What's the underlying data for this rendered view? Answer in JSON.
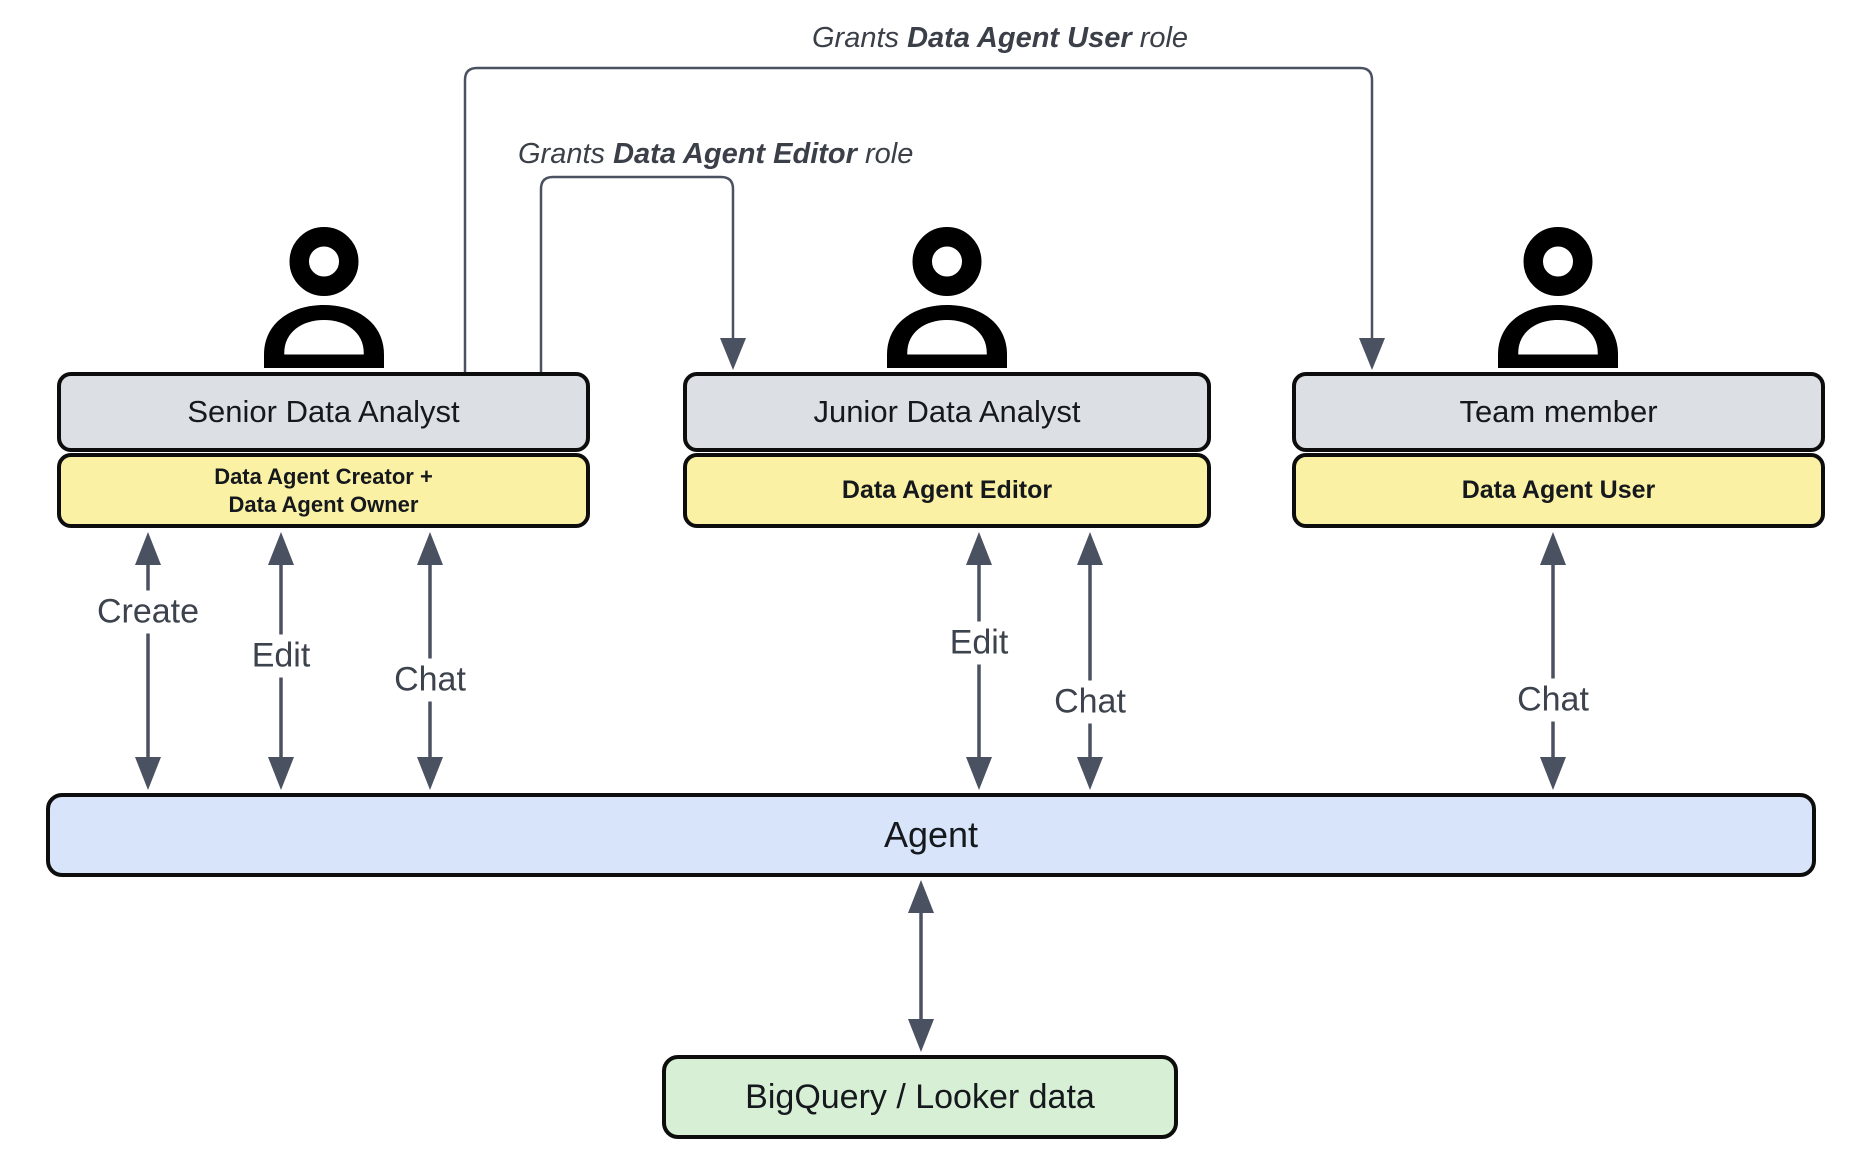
{
  "grant_labels": [
    {
      "prefix": "Grants ",
      "bold": "Data Agent User",
      "suffix": " role"
    },
    {
      "prefix": "Grants ",
      "bold": "Data Agent Editor",
      "suffix": " role"
    }
  ],
  "users": [
    {
      "name": "Senior Data Analyst",
      "roles": [
        "Data Agent Creator +",
        "Data Agent Owner"
      ]
    },
    {
      "name": "Junior Data Analyst",
      "roles": [
        "Data Agent Editor"
      ]
    },
    {
      "name": "Team member",
      "roles": [
        "Data Agent User"
      ]
    }
  ],
  "action_labels": {
    "senior_create": "Create",
    "senior_edit": "Edit",
    "senior_chat": "Chat",
    "junior_edit": "Edit",
    "junior_chat": "Chat",
    "team_chat": "Chat"
  },
  "agent": {
    "label": "Agent"
  },
  "datasource": {
    "label": "BigQuery / Looker data"
  },
  "colors": {
    "user_box": "#dcdfe3",
    "role_badge": "#fbf1a4",
    "agent_bar": "#d7e4fa",
    "datasource_box": "#d7efd4",
    "connector": "#4a5160",
    "border": "#0d0d0d"
  }
}
